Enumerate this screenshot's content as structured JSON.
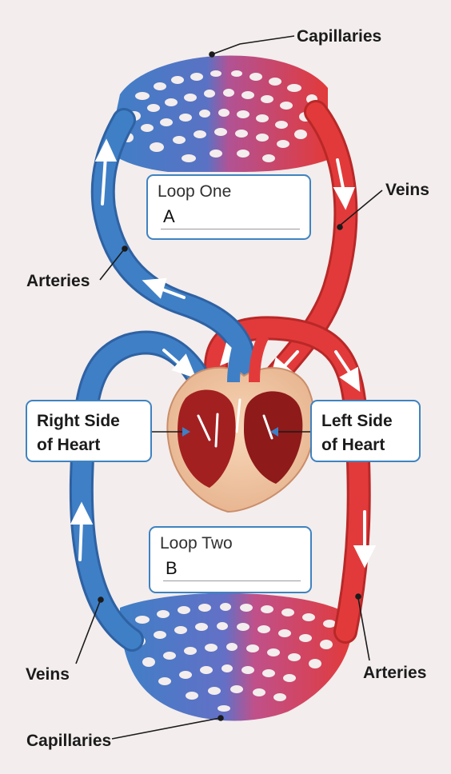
{
  "labels": {
    "capillaries_top": "Capillaries",
    "veins_right": "Veins",
    "arteries_left": "Arteries",
    "veins_left": "Veins",
    "arteries_right": "Arteries",
    "capillaries_bottom": "Capillaries"
  },
  "loop_one": {
    "title": "Loop One",
    "answer": "A"
  },
  "loop_two": {
    "title": "Loop Two",
    "answer": "B"
  },
  "heart": {
    "right_side_line1": "Right Side",
    "right_side_line2": "of Heart",
    "left_side_line1": "Left Side",
    "left_side_line2": "of Heart"
  },
  "colors": {
    "oxygen_poor_blue": "#3f7fc6",
    "oxygen_rich_red": "#e23a3a",
    "label_border": "#3e83c0",
    "background": "#f3eded"
  }
}
